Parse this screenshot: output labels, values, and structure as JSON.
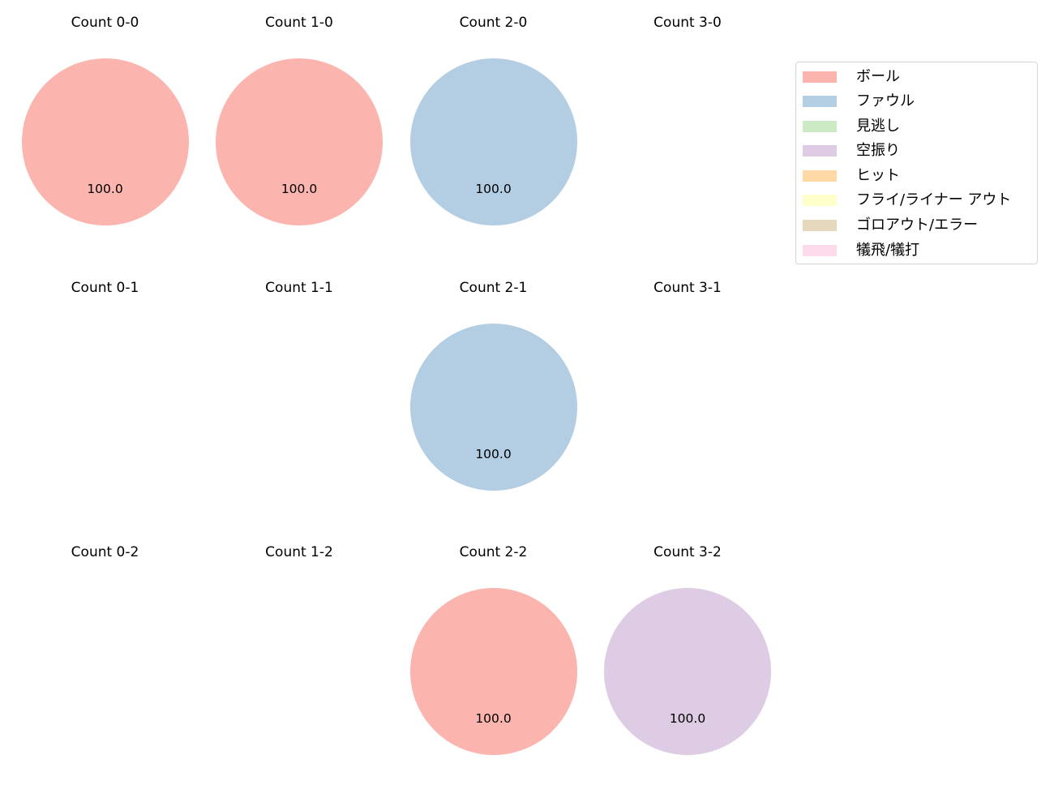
{
  "chart_data": {
    "type": "pie",
    "layout": {
      "rows": 3,
      "cols": 4,
      "legend_position": "upper right"
    },
    "legend": [
      {
        "label": "ボール",
        "color": "#fbb4ae"
      },
      {
        "label": "ファウル",
        "color": "#b3cde3"
      },
      {
        "label": "見逃し",
        "color": "#ccebc5"
      },
      {
        "label": "空振り",
        "color": "#decbe4"
      },
      {
        "label": "ヒット",
        "color": "#fed9a6"
      },
      {
        "label": "フライ/ライナー アウト",
        "color": "#ffffcc"
      },
      {
        "label": "ゴロアウト/エラー",
        "color": "#e5d8bd"
      },
      {
        "label": "犠飛/犠打",
        "color": "#fddaec"
      }
    ],
    "panels": [
      {
        "title": "Count 0-0",
        "row": 0,
        "col": 0,
        "slices": [
          {
            "label": "ボール",
            "value": 100.0,
            "color": "#fbb4ae"
          }
        ],
        "pct_label": "100.0"
      },
      {
        "title": "Count 1-0",
        "row": 0,
        "col": 1,
        "slices": [
          {
            "label": "ボール",
            "value": 100.0,
            "color": "#fbb4ae"
          }
        ],
        "pct_label": "100.0"
      },
      {
        "title": "Count 2-0",
        "row": 0,
        "col": 2,
        "slices": [
          {
            "label": "ファウル",
            "value": 100.0,
            "color": "#b3cde3"
          }
        ],
        "pct_label": "100.0"
      },
      {
        "title": "Count 3-0",
        "row": 0,
        "col": 3,
        "slices": [],
        "pct_label": ""
      },
      {
        "title": "Count 0-1",
        "row": 1,
        "col": 0,
        "slices": [],
        "pct_label": ""
      },
      {
        "title": "Count 1-1",
        "row": 1,
        "col": 1,
        "slices": [],
        "pct_label": ""
      },
      {
        "title": "Count 2-1",
        "row": 1,
        "col": 2,
        "slices": [
          {
            "label": "ファウル",
            "value": 100.0,
            "color": "#b3cde3"
          }
        ],
        "pct_label": "100.0"
      },
      {
        "title": "Count 3-1",
        "row": 1,
        "col": 3,
        "slices": [],
        "pct_label": ""
      },
      {
        "title": "Count 0-2",
        "row": 2,
        "col": 0,
        "slices": [],
        "pct_label": ""
      },
      {
        "title": "Count 1-2",
        "row": 2,
        "col": 1,
        "slices": [],
        "pct_label": ""
      },
      {
        "title": "Count 2-2",
        "row": 2,
        "col": 2,
        "slices": [
          {
            "label": "ボール",
            "value": 100.0,
            "color": "#fbb4ae"
          }
        ],
        "pct_label": "100.0"
      },
      {
        "title": "Count 3-2",
        "row": 2,
        "col": 3,
        "slices": [
          {
            "label": "空振り",
            "value": 100.0,
            "color": "#decbe4"
          }
        ],
        "pct_label": "100.0"
      }
    ]
  }
}
